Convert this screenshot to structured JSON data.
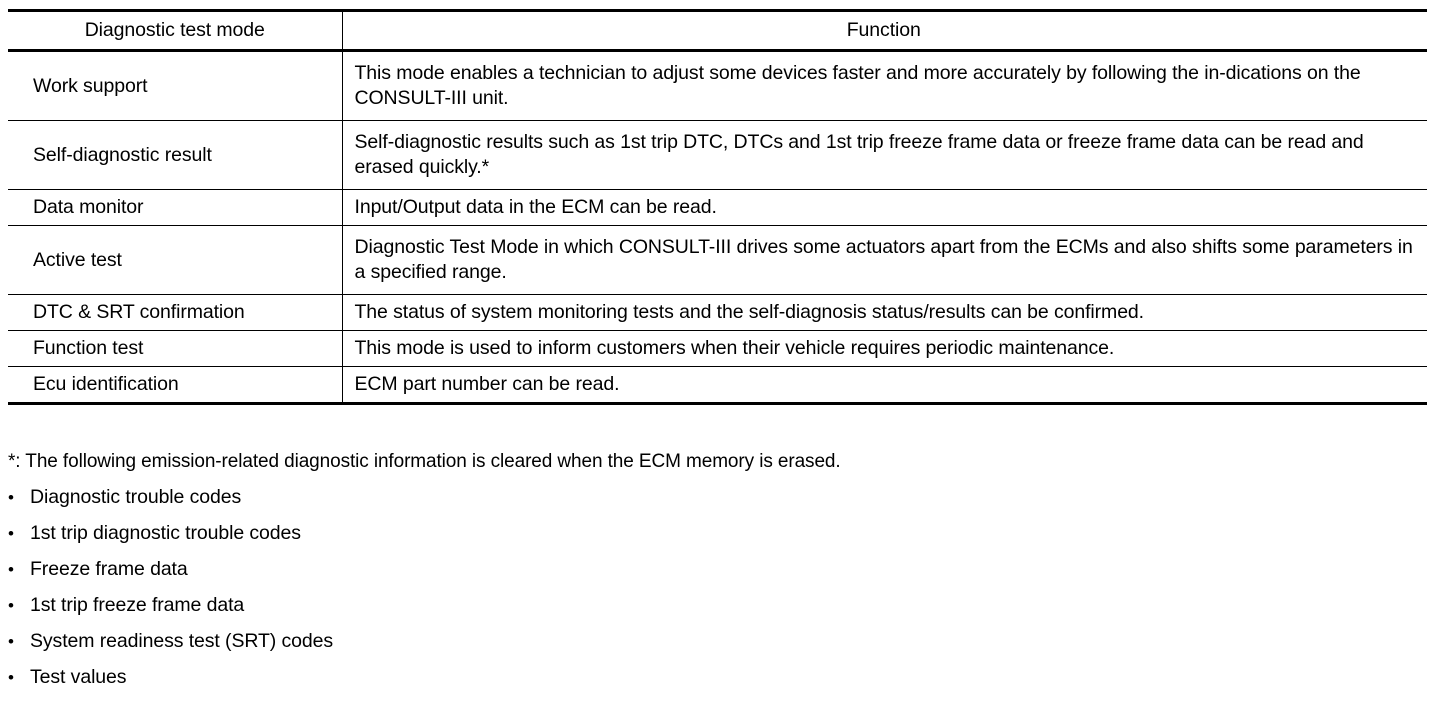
{
  "table": {
    "headers": {
      "mode": "Diagnostic test mode",
      "function": "Function"
    },
    "rows": [
      {
        "mode": "Work support",
        "function": "This mode enables a technician to adjust some devices faster and more accurately by following the in-dications on the CONSULT-III unit."
      },
      {
        "mode": "Self-diagnostic result",
        "function": "Self-diagnostic results such as 1st trip DTC, DTCs and 1st trip freeze frame data or freeze frame data can be read and erased quickly.*"
      },
      {
        "mode": "Data monitor",
        "function": "Input/Output data in the ECM can be read."
      },
      {
        "mode": "Active test",
        "function": "Diagnostic Test Mode in which CONSULT-III drives some actuators apart from the ECMs and also shifts some parameters in a specified range."
      },
      {
        "mode": "DTC & SRT confirmation",
        "function": "The status of system monitoring tests and the self-diagnosis status/results can be confirmed."
      },
      {
        "mode": "Function test",
        "function": "This mode is used to inform customers when their vehicle requires periodic maintenance."
      },
      {
        "mode": "Ecu identification",
        "function": "ECM part number can be read."
      }
    ]
  },
  "footnote": {
    "text": "*: The following emission-related diagnostic information is cleared when the ECM memory is erased."
  },
  "bullet_list": {
    "marker": "•",
    "items": [
      "Diagnostic trouble codes",
      "1st trip diagnostic trouble codes",
      "Freeze frame data",
      "1st trip freeze frame data",
      "System readiness test (SRT) codes",
      "Test values"
    ]
  }
}
